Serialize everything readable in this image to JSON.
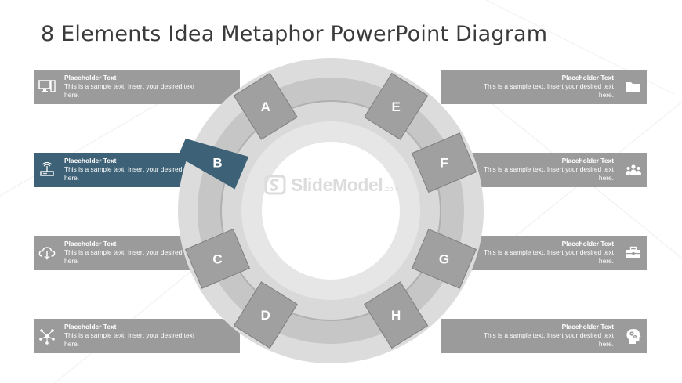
{
  "title": "8 Elements Idea Metaphor PowerPoint Diagram",
  "watermark": {
    "name": "SlideModel",
    "suffix": ".com"
  },
  "colors": {
    "bar": "#9b9b9b",
    "highlight": "#3d6176",
    "segment": "#a0a0a0",
    "ring_outer": "#dcdcdc",
    "ring_middle": "#c6c6c6",
    "ring_inner": "#e6e6e6",
    "center": "#ffffff"
  },
  "items": [
    {
      "letter": "A",
      "side": "left",
      "highlight": false,
      "icon": "computer-icon",
      "heading": "Placeholder Text",
      "text": "This is a sample text. Insert your desired text here."
    },
    {
      "letter": "B",
      "side": "left",
      "highlight": true,
      "icon": "router-icon",
      "heading": "Placeholder Text",
      "text": "This is a sample text. Insert your desired text here."
    },
    {
      "letter": "C",
      "side": "left",
      "highlight": false,
      "icon": "cloud-download-icon",
      "heading": "Placeholder Text",
      "text": "This is a sample text. Insert your desired text here."
    },
    {
      "letter": "D",
      "side": "left",
      "highlight": false,
      "icon": "network-icon",
      "heading": "Placeholder Text",
      "text": "This is a sample text. Insert your desired text here."
    },
    {
      "letter": "E",
      "side": "right",
      "highlight": false,
      "icon": "folder-icon",
      "heading": "Placeholder Text",
      "text": "This is a sample text. Insert your desired text here."
    },
    {
      "letter": "F",
      "side": "right",
      "highlight": false,
      "icon": "team-icon",
      "heading": "Placeholder Text",
      "text": "This is a sample text. Insert your desired text here."
    },
    {
      "letter": "G",
      "side": "right",
      "highlight": false,
      "icon": "briefcase-icon",
      "heading": "Placeholder Text",
      "text": "This is a sample text. Insert your desired text here."
    },
    {
      "letter": "H",
      "side": "right",
      "highlight": false,
      "icon": "head-gears-icon",
      "heading": "Placeholder Text",
      "text": "This is a sample text. Insert your desired text here."
    }
  ]
}
